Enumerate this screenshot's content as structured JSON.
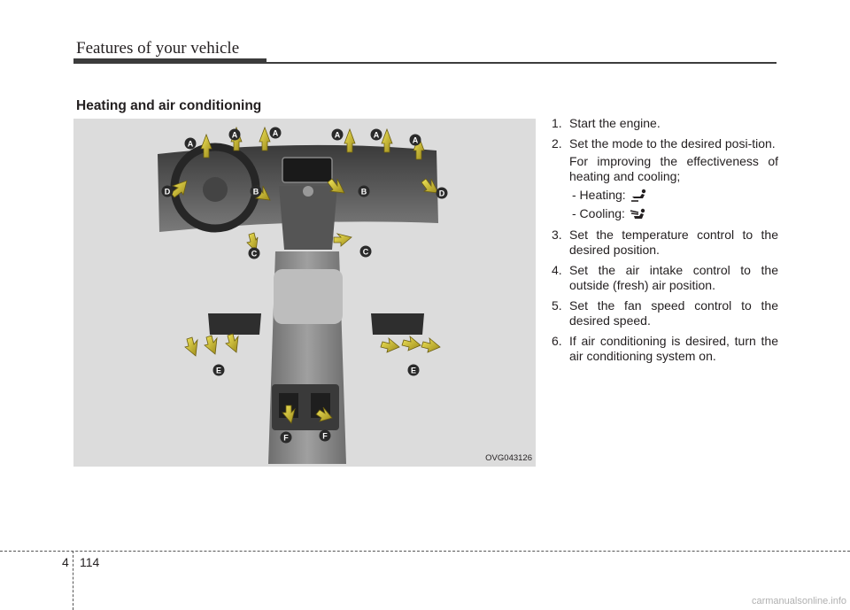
{
  "header": {
    "title": "Features of your vehicle"
  },
  "section": {
    "heading": "Heating and air conditioning"
  },
  "figure": {
    "code": "OVG043126",
    "labels": {
      "a": "A",
      "b": "B",
      "c": "C",
      "d": "D",
      "e": "E",
      "f": "F"
    }
  },
  "steps": [
    {
      "num": "1.",
      "text": "Start the engine."
    },
    {
      "num": "2.",
      "text": "Set the mode to the desired posi-tion.",
      "note": "For improving the effectiveness of heating and cooling;",
      "heating": "- Heating:",
      "cooling": "- Cooling:"
    },
    {
      "num": "3.",
      "text": "Set the temperature control to the desired position."
    },
    {
      "num": "4.",
      "text": "Set the air intake control to the outside (fresh) air position."
    },
    {
      "num": "5.",
      "text": "Set the fan speed control to the desired speed."
    },
    {
      "num": "6.",
      "text": "If air conditioning is desired, turn the air conditioning system on."
    }
  ],
  "footer": {
    "chapter": "4",
    "page": "114"
  },
  "watermark": "carmanualsonline.info",
  "colors": {
    "arrow": "#c8b826",
    "label_circle": "#2a2a2a",
    "text": "#231f20"
  }
}
